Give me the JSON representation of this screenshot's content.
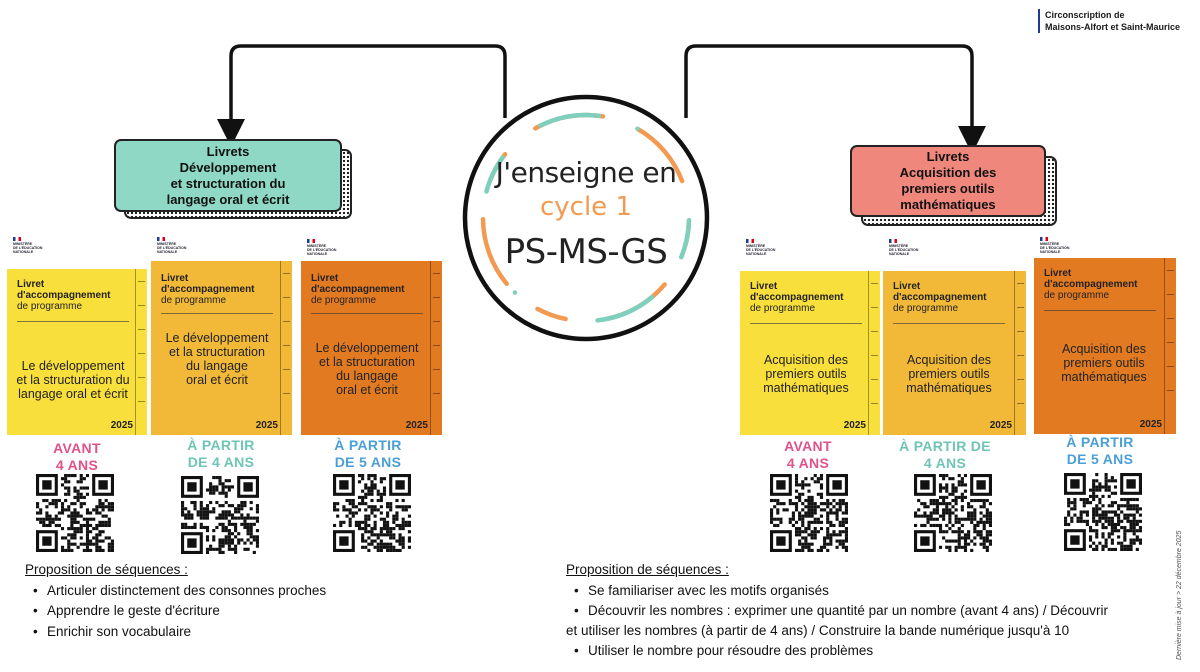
{
  "header": {
    "circ_line1": "Circonscription de",
    "circ_line2": "Maisons-Alfort et Saint-Maurice"
  },
  "center": {
    "line1": "J'enseigne en",
    "line2": "cycle 1",
    "line3": "PS-MS-GS"
  },
  "left_title": {
    "line1": "Livrets",
    "line2": "Développement",
    "line3": "et structuration du",
    "line4": "langage oral et écrit",
    "bg": "#8fd8c5"
  },
  "right_title": {
    "line1": "Livrets",
    "line2": "Acquisition des",
    "line3": "premiers outils",
    "line4": "mathématiques",
    "bg": "#f0877d"
  },
  "covers": [
    {
      "kicker1": "Livret",
      "kicker2": "d'accompagnement",
      "kicker3": "de programme",
      "t1": "Le développement",
      "t2": "et la structuration du",
      "t3": "langage oral et écrit",
      "t4": "",
      "year": "2025",
      "color": "#f8df3c"
    },
    {
      "kicker1": "Livret",
      "kicker2": "d'accompagnement",
      "kicker3": "de programme",
      "t1": "Le développement",
      "t2": "et la structuration",
      "t3": "du langage",
      "t4": "oral et écrit",
      "year": "2025",
      "color": "#f1b937"
    },
    {
      "kicker1": "Livret",
      "kicker2": "d'accompagnement",
      "kicker3": "de programme",
      "t1": "Le développement",
      "t2": "et la structuration",
      "t3": "du langage",
      "t4": "oral et écrit",
      "year": "2025",
      "color": "#e27a22"
    },
    {
      "kicker1": "Livret",
      "kicker2": "d'accompagnement",
      "kicker3": "de programme",
      "t1": "Acquisition des",
      "t2": "premiers outils",
      "t3": "mathématiques",
      "t4": "",
      "year": "2025",
      "color": "#f8df3c"
    },
    {
      "kicker1": "Livret",
      "kicker2": "d'accompagnement",
      "kicker3": "de programme",
      "t1": "Acquisition des",
      "t2": "premiers outils",
      "t3": "mathématiques",
      "t4": "",
      "year": "2025",
      "color": "#f1b937"
    },
    {
      "kicker1": "Livret",
      "kicker2": "d'accompagnement",
      "kicker3": "de programme",
      "t1": "Acquisition des",
      "t2": "premiers outils",
      "t3": "mathématiques",
      "t4": "",
      "year": "2025",
      "color": "#e27a22"
    }
  ],
  "ages": [
    {
      "line1": "AVANT",
      "line2": "4 ANS"
    },
    {
      "line1": "À PARTIR",
      "line2": "DE 4 ANS"
    },
    {
      "line1": "À PARTIR",
      "line2": "DE 5 ANS"
    },
    {
      "line1": "AVANT",
      "line2": "4 ANS"
    },
    {
      "line1": "À PARTIR DE",
      "line2": "4 ANS"
    },
    {
      "line1": "À PARTIR",
      "line2": "DE 5 ANS"
    }
  ],
  "left_seq": {
    "title": "Proposition de séquences :",
    "items": [
      "Articuler distinctement des consonnes proches",
      "Apprendre le geste d'écriture",
      "Enrichir son vocabulaire"
    ]
  },
  "right_seq": {
    "title": "Proposition de séquences :",
    "item1": "Se familiariser avec les motifs organisés",
    "item2a": "Découvrir les nombres : exprimer une quantité par un nombre (avant 4 ans) / Découvrir",
    "item2b": "et utiliser les nombres (à partir de 4 ans) / Construire la bande numérique jusqu'à 10",
    "item3": "Utiliser le nombre pour résoudre des problèmes"
  },
  "footer": {
    "date": "Dernière mise à jour > 22 décembre 2025"
  },
  "colors": {
    "accent_orange": "#f29a52",
    "accent_teal": "#7fcfbd",
    "age_pink": "#e0528a",
    "age_teal": "#6fc5b5",
    "age_blue": "#4a9fd6"
  }
}
